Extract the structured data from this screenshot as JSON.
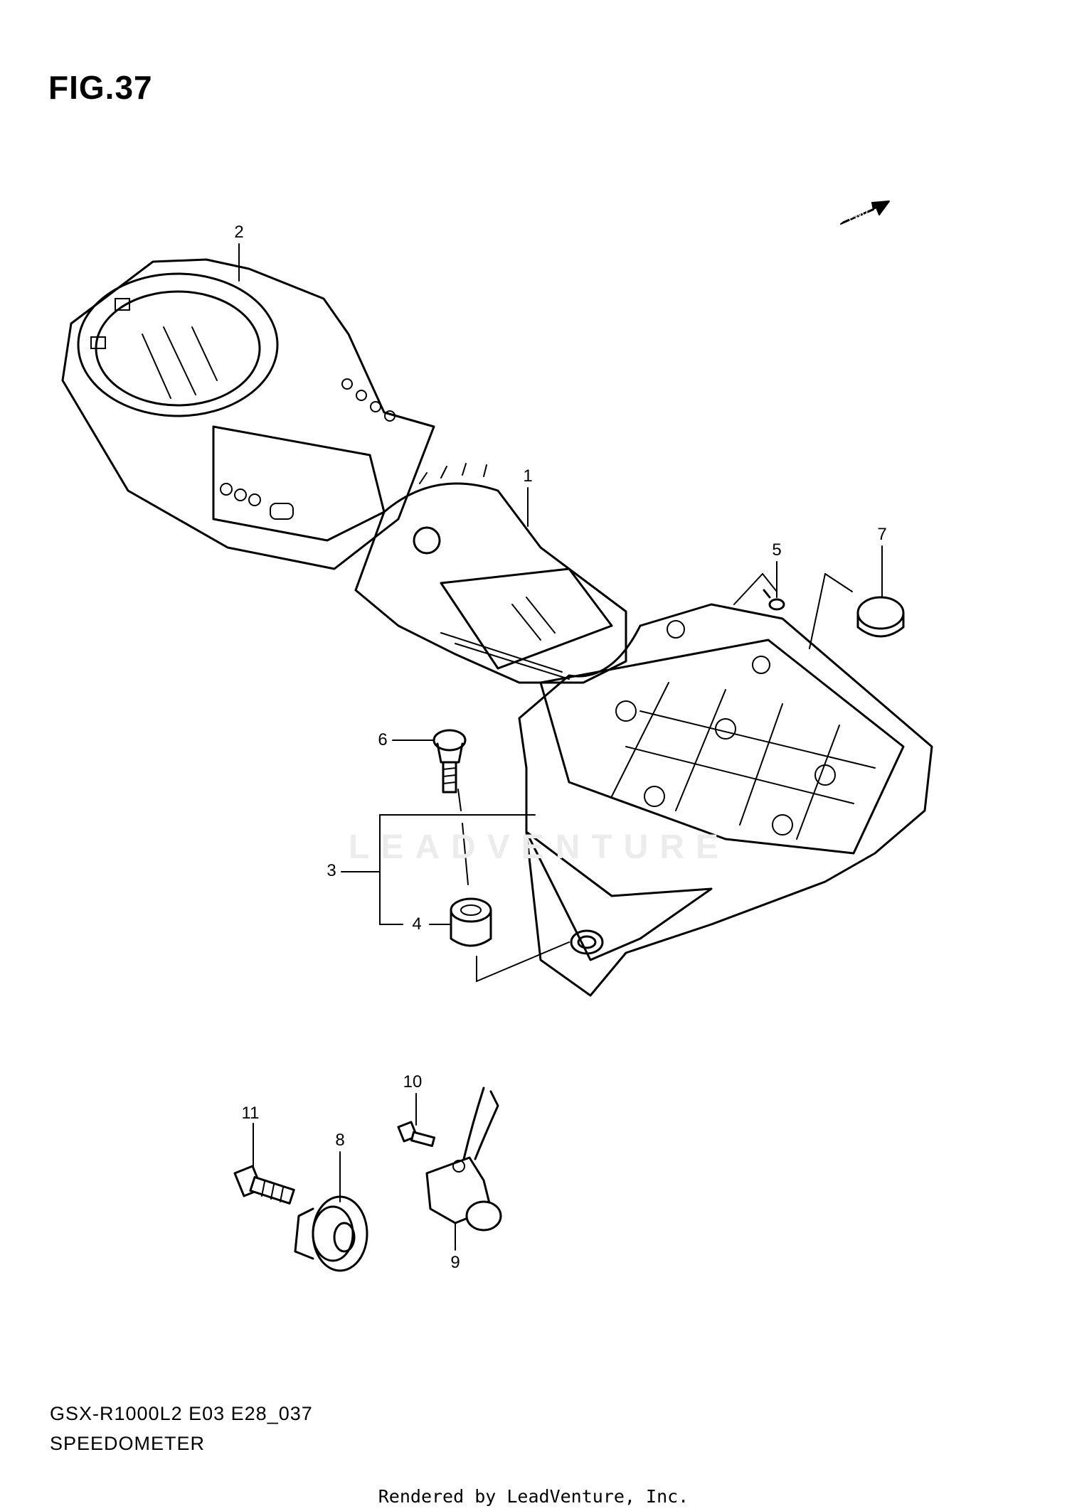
{
  "figure": {
    "title": "FIG.37",
    "model_code": "GSX-R1000L2 E03 E28_037",
    "section_name": "SPEEDOMETER",
    "footer": "Rendered by LeadVenture, Inc.",
    "watermark": "LEADVENTURE",
    "direction_label": "FWD"
  },
  "callouts": [
    "1",
    "2",
    "3",
    "4",
    "5",
    "6",
    "7",
    "8",
    "9",
    "10",
    "11"
  ],
  "icons": [
    "fwd-arrow-icon"
  ],
  "colors": {
    "line": "#000000",
    "background": "#ffffff",
    "watermark": "#ececec"
  }
}
